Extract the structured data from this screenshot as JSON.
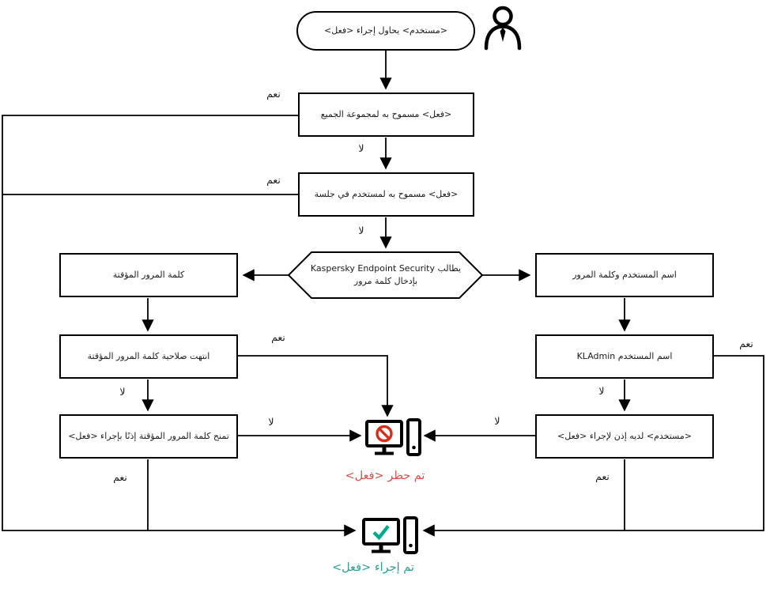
{
  "diagram": {
    "type": "flowchart",
    "language": "ar",
    "nodes": {
      "start": "<مستخدم> يحاول إجراء <فعل>",
      "allowed_everyone": "<فعل> مسموح به لمجموعة الجميع",
      "allowed_session": "<فعل> مسموح به لمستخدم في جلسة",
      "password_prompt": "يطالب Kaspersky Endpoint Security بإدخال كلمة مرور",
      "temp_password": "كلمة المرور المؤقتة",
      "username_password": "اسم المستخدم وكلمة المرور",
      "temp_password_expired": "انتهت صلاحية كلمة المرور المؤقتة",
      "username_kladmin": "اسم المستخدم KLAdmin",
      "temp_password_grants": "تمنح كلمة المرور المؤقتة إذنًا بإجراء <فعل>",
      "user_has_permission": "<مستخدم> لديه إذن لإجراء <فعل>"
    },
    "labels": {
      "yes": "نعم",
      "no": "لا"
    },
    "results": {
      "blocked": "تم حظر <فعل>",
      "performed": "تم إجراء <فعل>"
    },
    "icons": {
      "user": "user-icon",
      "blocked": "blocked-computer-icon",
      "performed": "success-computer-icon"
    },
    "colors": {
      "line": "#000000",
      "blocked_text": "#C9564A",
      "blocked_sign": "#D2301C",
      "performed_text": "#2E9C8E",
      "performed_check": "#00A88E"
    },
    "edges": [
      {
        "from": "start",
        "to": "allowed_everyone",
        "label": ""
      },
      {
        "from": "allowed_everyone",
        "to": "performed",
        "label": "نعم"
      },
      {
        "from": "allowed_everyone",
        "to": "allowed_session",
        "label": "لا"
      },
      {
        "from": "allowed_session",
        "to": "performed",
        "label": "نعم"
      },
      {
        "from": "allowed_session",
        "to": "password_prompt",
        "label": "لا"
      },
      {
        "from": "password_prompt",
        "to": "temp_password",
        "label": ""
      },
      {
        "from": "password_prompt",
        "to": "username_password",
        "label": ""
      },
      {
        "from": "temp_password",
        "to": "temp_password_expired",
        "label": ""
      },
      {
        "from": "temp_password_expired",
        "to": "blocked",
        "label": "نعم"
      },
      {
        "from": "temp_password_expired",
        "to": "temp_password_grants",
        "label": "لا"
      },
      {
        "from": "temp_password_grants",
        "to": "blocked",
        "label": "لا"
      },
      {
        "from": "temp_password_grants",
        "to": "performed",
        "label": "نعم"
      },
      {
        "from": "username_password",
        "to": "username_kladmin",
        "label": ""
      },
      {
        "from": "username_kladmin",
        "to": "performed",
        "label": "نعم"
      },
      {
        "from": "username_kladmin",
        "to": "user_has_permission",
        "label": "لا"
      },
      {
        "from": "user_has_permission",
        "to": "blocked",
        "label": "لا"
      },
      {
        "from": "user_has_permission",
        "to": "performed",
        "label": "نعم"
      }
    ]
  }
}
